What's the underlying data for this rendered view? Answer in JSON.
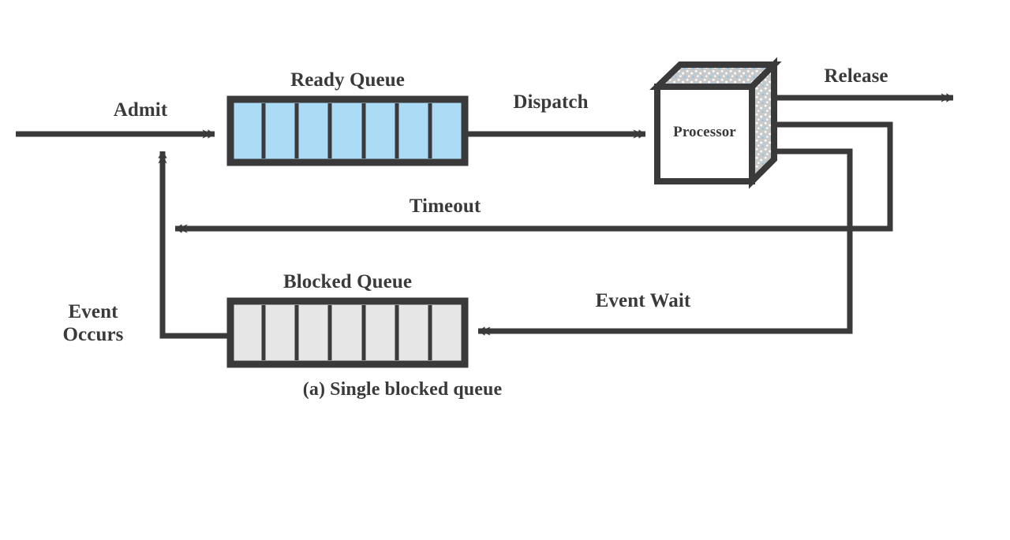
{
  "figure": {
    "caption": "(a) Single blocked queue",
    "colors": {
      "line": "#3a3a3a",
      "ready_queue_fill": "#ACDCF5",
      "blocked_queue_fill": "#E6E6E6",
      "processor_face": "#FFFFFF",
      "processor_shade": "#D8D8D8",
      "speckle_blue": "#7FC4E8",
      "text": "#3a3a3a",
      "background": "#FFFFFF"
    }
  },
  "nodes": {
    "ready_queue": {
      "label": "Ready Queue",
      "cells": 7,
      "fill": "#ACDCF5"
    },
    "blocked_queue": {
      "label": "Blocked Queue",
      "cells": 7,
      "fill": "#E6E6E6"
    },
    "processor": {
      "label": "Processor"
    }
  },
  "edges": [
    {
      "id": "admit",
      "label": "Admit"
    },
    {
      "id": "dispatch",
      "label": "Dispatch"
    },
    {
      "id": "release",
      "label": "Release"
    },
    {
      "id": "timeout",
      "label": "Timeout"
    },
    {
      "id": "event_wait",
      "label": "Event Wait"
    },
    {
      "id": "event_occurs",
      "label_line1": "Event",
      "label_line2": "Occurs"
    }
  ]
}
